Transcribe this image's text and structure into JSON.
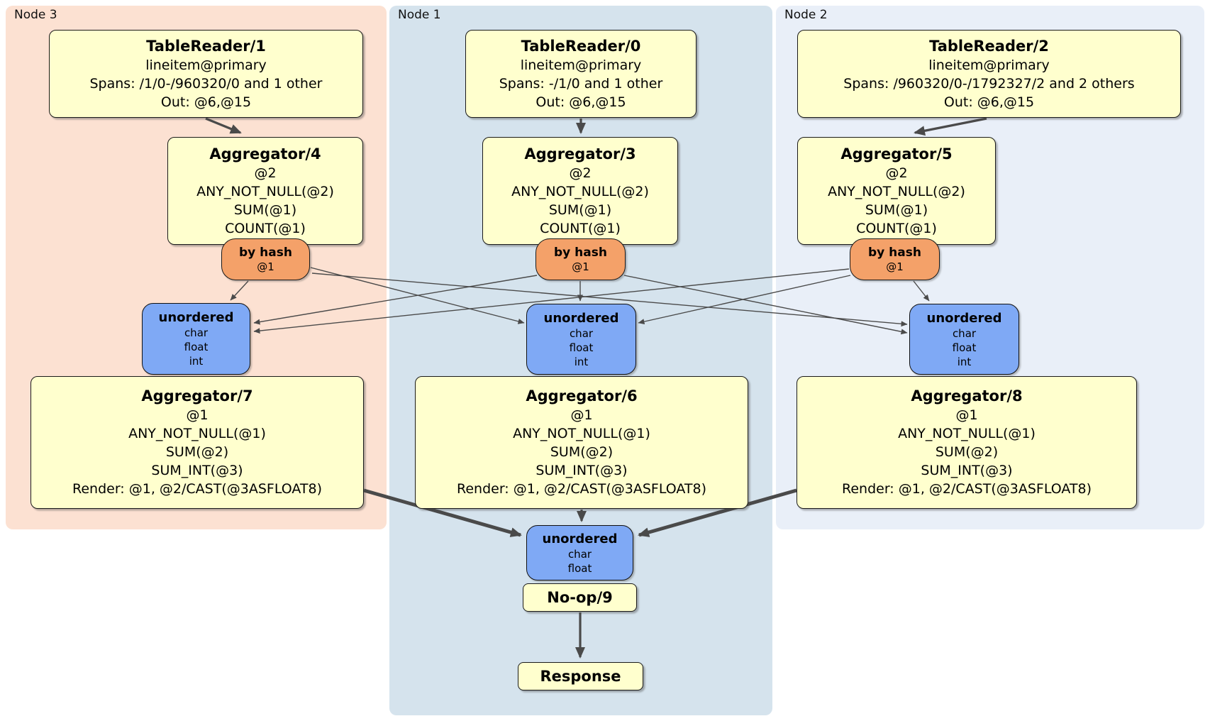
{
  "colors": {
    "node3_fill": "#fce1d2",
    "node1_fill": "#d5e3ed",
    "node2_fill": "#e9eff8",
    "processor_fill": "#ffffce",
    "router_fill": "#f4a169",
    "sync_fill": "#7fa9f5",
    "edge_color": "#4a4a4a"
  },
  "regions": {
    "node3": {
      "label": "Node 3"
    },
    "node1": {
      "label": "Node 1"
    },
    "node2": {
      "label": "Node 2"
    }
  },
  "processors": {
    "tr1": {
      "title": "TableReader/1",
      "lines": [
        "lineitem@primary",
        "Spans: /1/0-/960320/0 and 1 other",
        "Out: @6,@15"
      ]
    },
    "tr0": {
      "title": "TableReader/0",
      "lines": [
        "lineitem@primary",
        "Spans: -/1/0 and 1 other",
        "Out: @6,@15"
      ]
    },
    "tr2": {
      "title": "TableReader/2",
      "lines": [
        "lineitem@primary",
        "Spans: /960320/0-/1792327/2 and 2 others",
        "Out: @6,@15"
      ]
    },
    "agg4": {
      "title": "Aggregator/4",
      "lines": [
        "@2",
        "ANY_NOT_NULL(@2)",
        "SUM(@1)",
        "COUNT(@1)"
      ]
    },
    "agg3": {
      "title": "Aggregator/3",
      "lines": [
        "@2",
        "ANY_NOT_NULL(@2)",
        "SUM(@1)",
        "COUNT(@1)"
      ]
    },
    "agg5": {
      "title": "Aggregator/5",
      "lines": [
        "@2",
        "ANY_NOT_NULL(@2)",
        "SUM(@1)",
        "COUNT(@1)"
      ]
    },
    "agg7": {
      "title": "Aggregator/7",
      "lines": [
        "@1",
        "ANY_NOT_NULL(@1)",
        "SUM(@2)",
        "SUM_INT(@3)",
        "Render: @1, @2/CAST(@3ASFLOAT8)"
      ]
    },
    "agg6": {
      "title": "Aggregator/6",
      "lines": [
        "@1",
        "ANY_NOT_NULL(@1)",
        "SUM(@2)",
        "SUM_INT(@3)",
        "Render: @1, @2/CAST(@3ASFLOAT8)"
      ]
    },
    "agg8": {
      "title": "Aggregator/8",
      "lines": [
        "@1",
        "ANY_NOT_NULL(@1)",
        "SUM(@2)",
        "SUM_INT(@3)",
        "Render: @1, @2/CAST(@3ASFLOAT8)"
      ]
    },
    "noop9": {
      "title": "No-op/9"
    },
    "response": {
      "title": "Response"
    }
  },
  "routers": {
    "by_hash": {
      "title": "by hash",
      "detail": "@1"
    }
  },
  "syncs": {
    "unordered_cfi": {
      "title": "unordered",
      "types": [
        "char",
        "float",
        "int"
      ]
    },
    "unordered_cf": {
      "title": "unordered",
      "types": [
        "char",
        "float"
      ]
    }
  }
}
